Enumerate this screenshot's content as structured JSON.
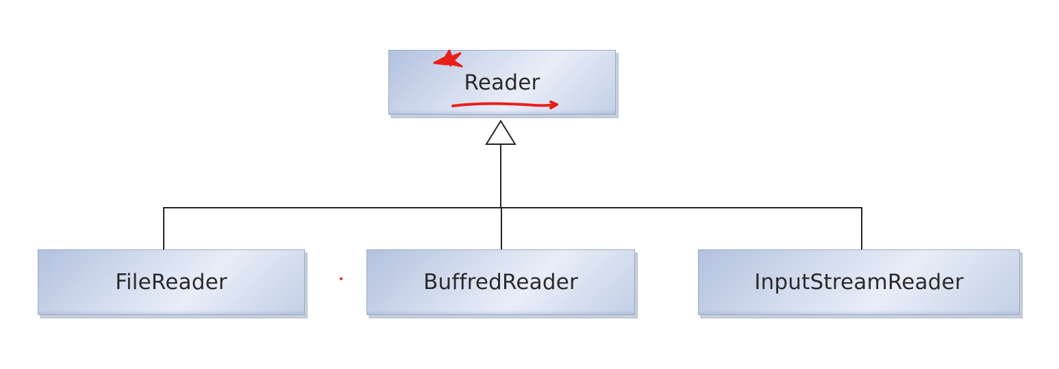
{
  "diagram": {
    "parent_class": "Reader",
    "child_classes": [
      {
        "name": "FileReader"
      },
      {
        "name": "BuffredReader"
      },
      {
        "name": "InputStreamReader"
      }
    ],
    "relationship": "inheritance"
  },
  "colors": {
    "box_fill": "#d3dcee",
    "box_border": "#9aa9c8",
    "line": "#222222",
    "annotation": "#e8201c"
  }
}
